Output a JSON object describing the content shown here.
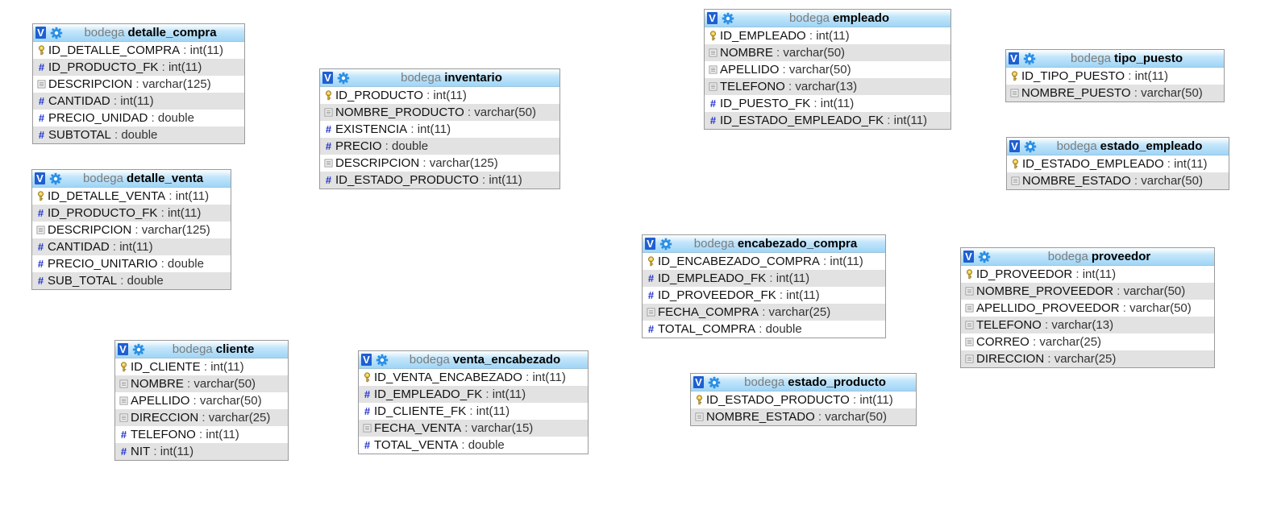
{
  "schema_label": "bodega",
  "tables": [
    {
      "id": "detalle_compra",
      "name": "detalle_compra",
      "fields": [
        {
          "name": "ID_DETALLE_COMPRA",
          "type": "int(11)",
          "icon": "key-icon"
        },
        {
          "name": "ID_PRODUCTO_FK",
          "type": "int(11)",
          "icon": "hash-icon"
        },
        {
          "name": "DESCRIPCION",
          "type": "varchar(125)",
          "icon": "text-icon"
        },
        {
          "name": "CANTIDAD",
          "type": "int(11)",
          "icon": "hash-icon"
        },
        {
          "name": "PRECIO_UNIDAD",
          "type": "double",
          "icon": "hash-icon"
        },
        {
          "name": "SUBTOTAL",
          "type": "double",
          "icon": "hash-icon"
        }
      ]
    },
    {
      "id": "detalle_venta",
      "name": "detalle_venta",
      "fields": [
        {
          "name": "ID_DETALLE_VENTA",
          "type": "int(11)",
          "icon": "key-icon"
        },
        {
          "name": "ID_PRODUCTO_FK",
          "type": "int(11)",
          "icon": "hash-icon"
        },
        {
          "name": "DESCRIPCION",
          "type": "varchar(125)",
          "icon": "text-icon"
        },
        {
          "name": "CANTIDAD",
          "type": "int(11)",
          "icon": "hash-icon"
        },
        {
          "name": "PRECIO_UNITARIO",
          "type": "double",
          "icon": "hash-icon"
        },
        {
          "name": "SUB_TOTAL",
          "type": "double",
          "icon": "hash-icon"
        }
      ]
    },
    {
      "id": "cliente",
      "name": "cliente",
      "fields": [
        {
          "name": "ID_CLIENTE",
          "type": "int(11)",
          "icon": "key-icon"
        },
        {
          "name": "NOMBRE",
          "type": "varchar(50)",
          "icon": "text-icon"
        },
        {
          "name": "APELLIDO",
          "type": "varchar(50)",
          "icon": "text-icon"
        },
        {
          "name": "DIRECCION",
          "type": "varchar(25)",
          "icon": "text-icon"
        },
        {
          "name": "TELEFONO",
          "type": "int(11)",
          "icon": "hash-icon"
        },
        {
          "name": "NIT",
          "type": "int(11)",
          "icon": "hash-icon"
        }
      ]
    },
    {
      "id": "inventario",
      "name": "inventario",
      "fields": [
        {
          "name": "ID_PRODUCTO",
          "type": "int(11)",
          "icon": "key-icon"
        },
        {
          "name": "NOMBRE_PRODUCTO",
          "type": "varchar(50)",
          "icon": "text-icon"
        },
        {
          "name": "EXISTENCIA",
          "type": "int(11)",
          "icon": "hash-icon"
        },
        {
          "name": "PRECIO",
          "type": "double",
          "icon": "hash-icon"
        },
        {
          "name": "DESCRIPCION",
          "type": "varchar(125)",
          "icon": "text-icon"
        },
        {
          "name": "ID_ESTADO_PRODUCTO",
          "type": "int(11)",
          "icon": "hash-icon"
        }
      ]
    },
    {
      "id": "venta_encabezado",
      "name": "venta_encabezado",
      "fields": [
        {
          "name": "ID_VENTA_ENCABEZADO",
          "type": "int(11)",
          "icon": "key-icon"
        },
        {
          "name": "ID_EMPLEADO_FK",
          "type": "int(11)",
          "icon": "hash-icon"
        },
        {
          "name": "ID_CLIENTE_FK",
          "type": "int(11)",
          "icon": "hash-icon"
        },
        {
          "name": "FECHA_VENTA",
          "type": "varchar(15)",
          "icon": "text-icon"
        },
        {
          "name": "TOTAL_VENTA",
          "type": "double",
          "icon": "hash-icon"
        }
      ]
    },
    {
      "id": "empleado",
      "name": "empleado",
      "fields": [
        {
          "name": "ID_EMPLEADO",
          "type": "int(11)",
          "icon": "key-icon"
        },
        {
          "name": "NOMBRE",
          "type": "varchar(50)",
          "icon": "text-icon"
        },
        {
          "name": "APELLIDO",
          "type": "varchar(50)",
          "icon": "text-icon"
        },
        {
          "name": "TELEFONO",
          "type": "varchar(13)",
          "icon": "text-icon"
        },
        {
          "name": "ID_PUESTO_FK",
          "type": "int(11)",
          "icon": "hash-icon"
        },
        {
          "name": "ID_ESTADO_EMPLEADO_FK",
          "type": "int(11)",
          "icon": "hash-icon"
        }
      ]
    },
    {
      "id": "encabezado_compra",
      "name": "encabezado_compra",
      "fields": [
        {
          "name": "ID_ENCABEZADO_COMPRA",
          "type": "int(11)",
          "icon": "key-icon"
        },
        {
          "name": "ID_EMPLEADO_FK",
          "type": "int(11)",
          "icon": "hash-icon"
        },
        {
          "name": "ID_PROVEEDOR_FK",
          "type": "int(11)",
          "icon": "hash-icon"
        },
        {
          "name": "FECHA_COMPRA",
          "type": "varchar(25)",
          "icon": "text-icon"
        },
        {
          "name": "TOTAL_COMPRA",
          "type": "double",
          "icon": "hash-icon"
        }
      ]
    },
    {
      "id": "estado_producto",
      "name": "estado_producto",
      "fields": [
        {
          "name": "ID_ESTADO_PRODUCTO",
          "type": "int(11)",
          "icon": "key-icon"
        },
        {
          "name": "NOMBRE_ESTADO",
          "type": "varchar(50)",
          "icon": "text-icon"
        }
      ]
    },
    {
      "id": "tipo_puesto",
      "name": "tipo_puesto",
      "fields": [
        {
          "name": "ID_TIPO_PUESTO",
          "type": "int(11)",
          "icon": "key-icon"
        },
        {
          "name": "NOMBRE_PUESTO",
          "type": "varchar(50)",
          "icon": "text-icon"
        }
      ]
    },
    {
      "id": "estado_empleado",
      "name": "estado_empleado",
      "fields": [
        {
          "name": "ID_ESTADO_EMPLEADO",
          "type": "int(11)",
          "icon": "key-icon"
        },
        {
          "name": "NOMBRE_ESTADO",
          "type": "varchar(50)",
          "icon": "text-icon"
        }
      ]
    },
    {
      "id": "proveedor",
      "name": "proveedor",
      "fields": [
        {
          "name": "ID_PROVEEDOR",
          "type": "int(11)",
          "icon": "key-icon"
        },
        {
          "name": "NOMBRE_PROVEEDOR",
          "type": "varchar(50)",
          "icon": "text-icon"
        },
        {
          "name": "APELLIDO_PROVEEDOR",
          "type": "varchar(50)",
          "icon": "text-icon"
        },
        {
          "name": "TELEFONO",
          "type": "varchar(13)",
          "icon": "text-icon"
        },
        {
          "name": "CORREO",
          "type": "varchar(25)",
          "icon": "text-icon"
        },
        {
          "name": "DIRECCION",
          "type": "varchar(25)",
          "icon": "text-icon"
        }
      ]
    }
  ]
}
